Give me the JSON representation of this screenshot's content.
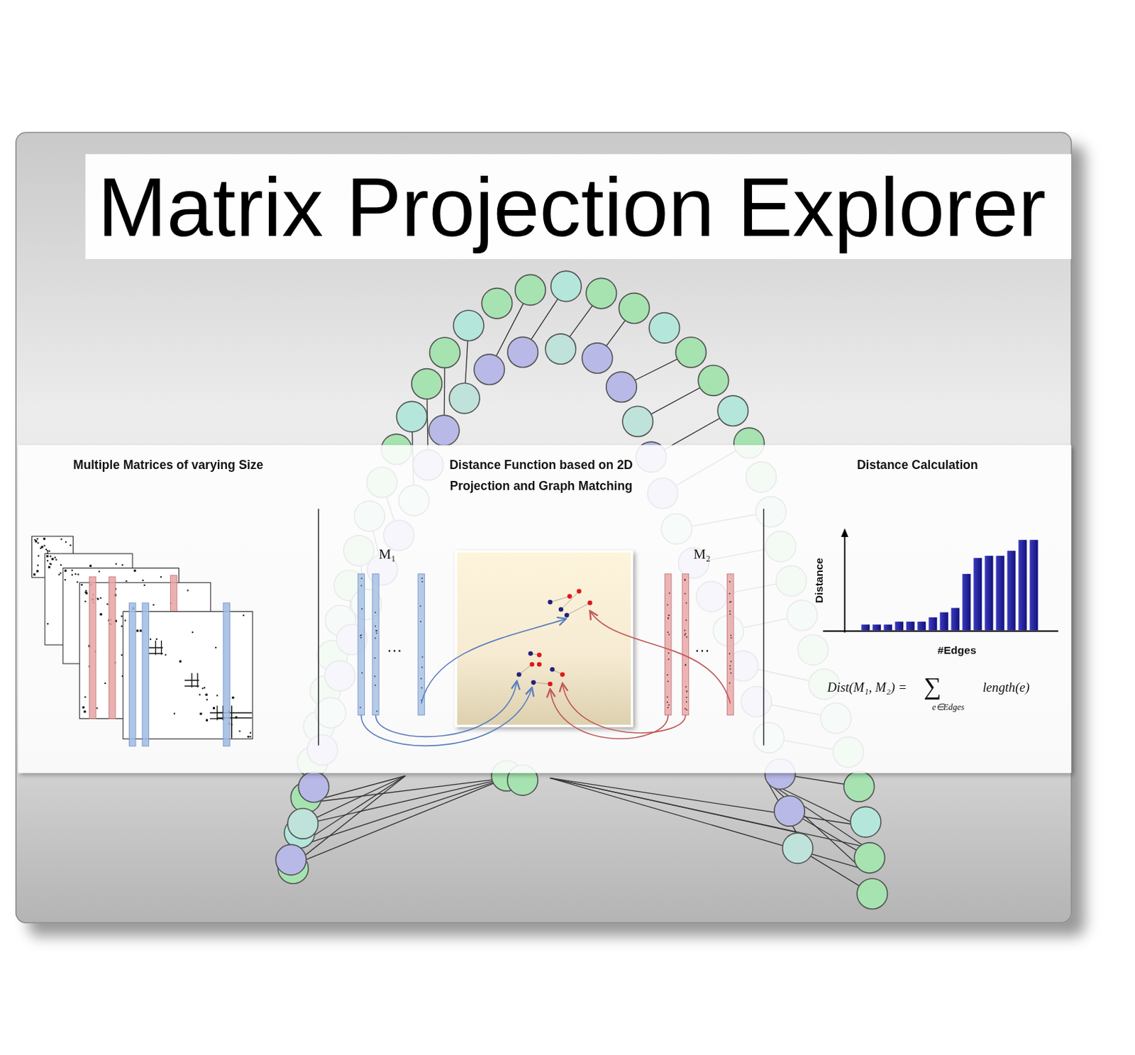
{
  "diagram": {
    "title": "Matrix Projection Explorer",
    "nodes": [
      {
        "text": [
          "Multiple Matrices of varying Size"
        ]
      },
      {
        "text": [
          "Distance Function based on 2D Projection and Graph Matching"
        ]
      },
      {
        "text": [
          "Distance Calculation"
        ]
      }
    ],
    "labels": [
      "M₁",
      "…",
      "M₂",
      "…",
      "Distance",
      "#Edges",
      "Dist(M₁, M₂) =",
      "∑",
      "length(e)",
      "e∈Edges"
    ]
  }
}
